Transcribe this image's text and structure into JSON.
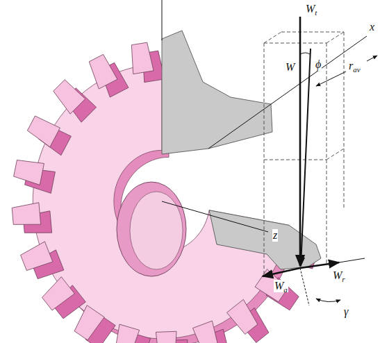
{
  "diagram": {
    "labels": [
      "Wt",
      "W",
      "ϕ",
      "x",
      "rav",
      "Wa",
      "Wr",
      "z",
      "γ"
    ]
  }
}
